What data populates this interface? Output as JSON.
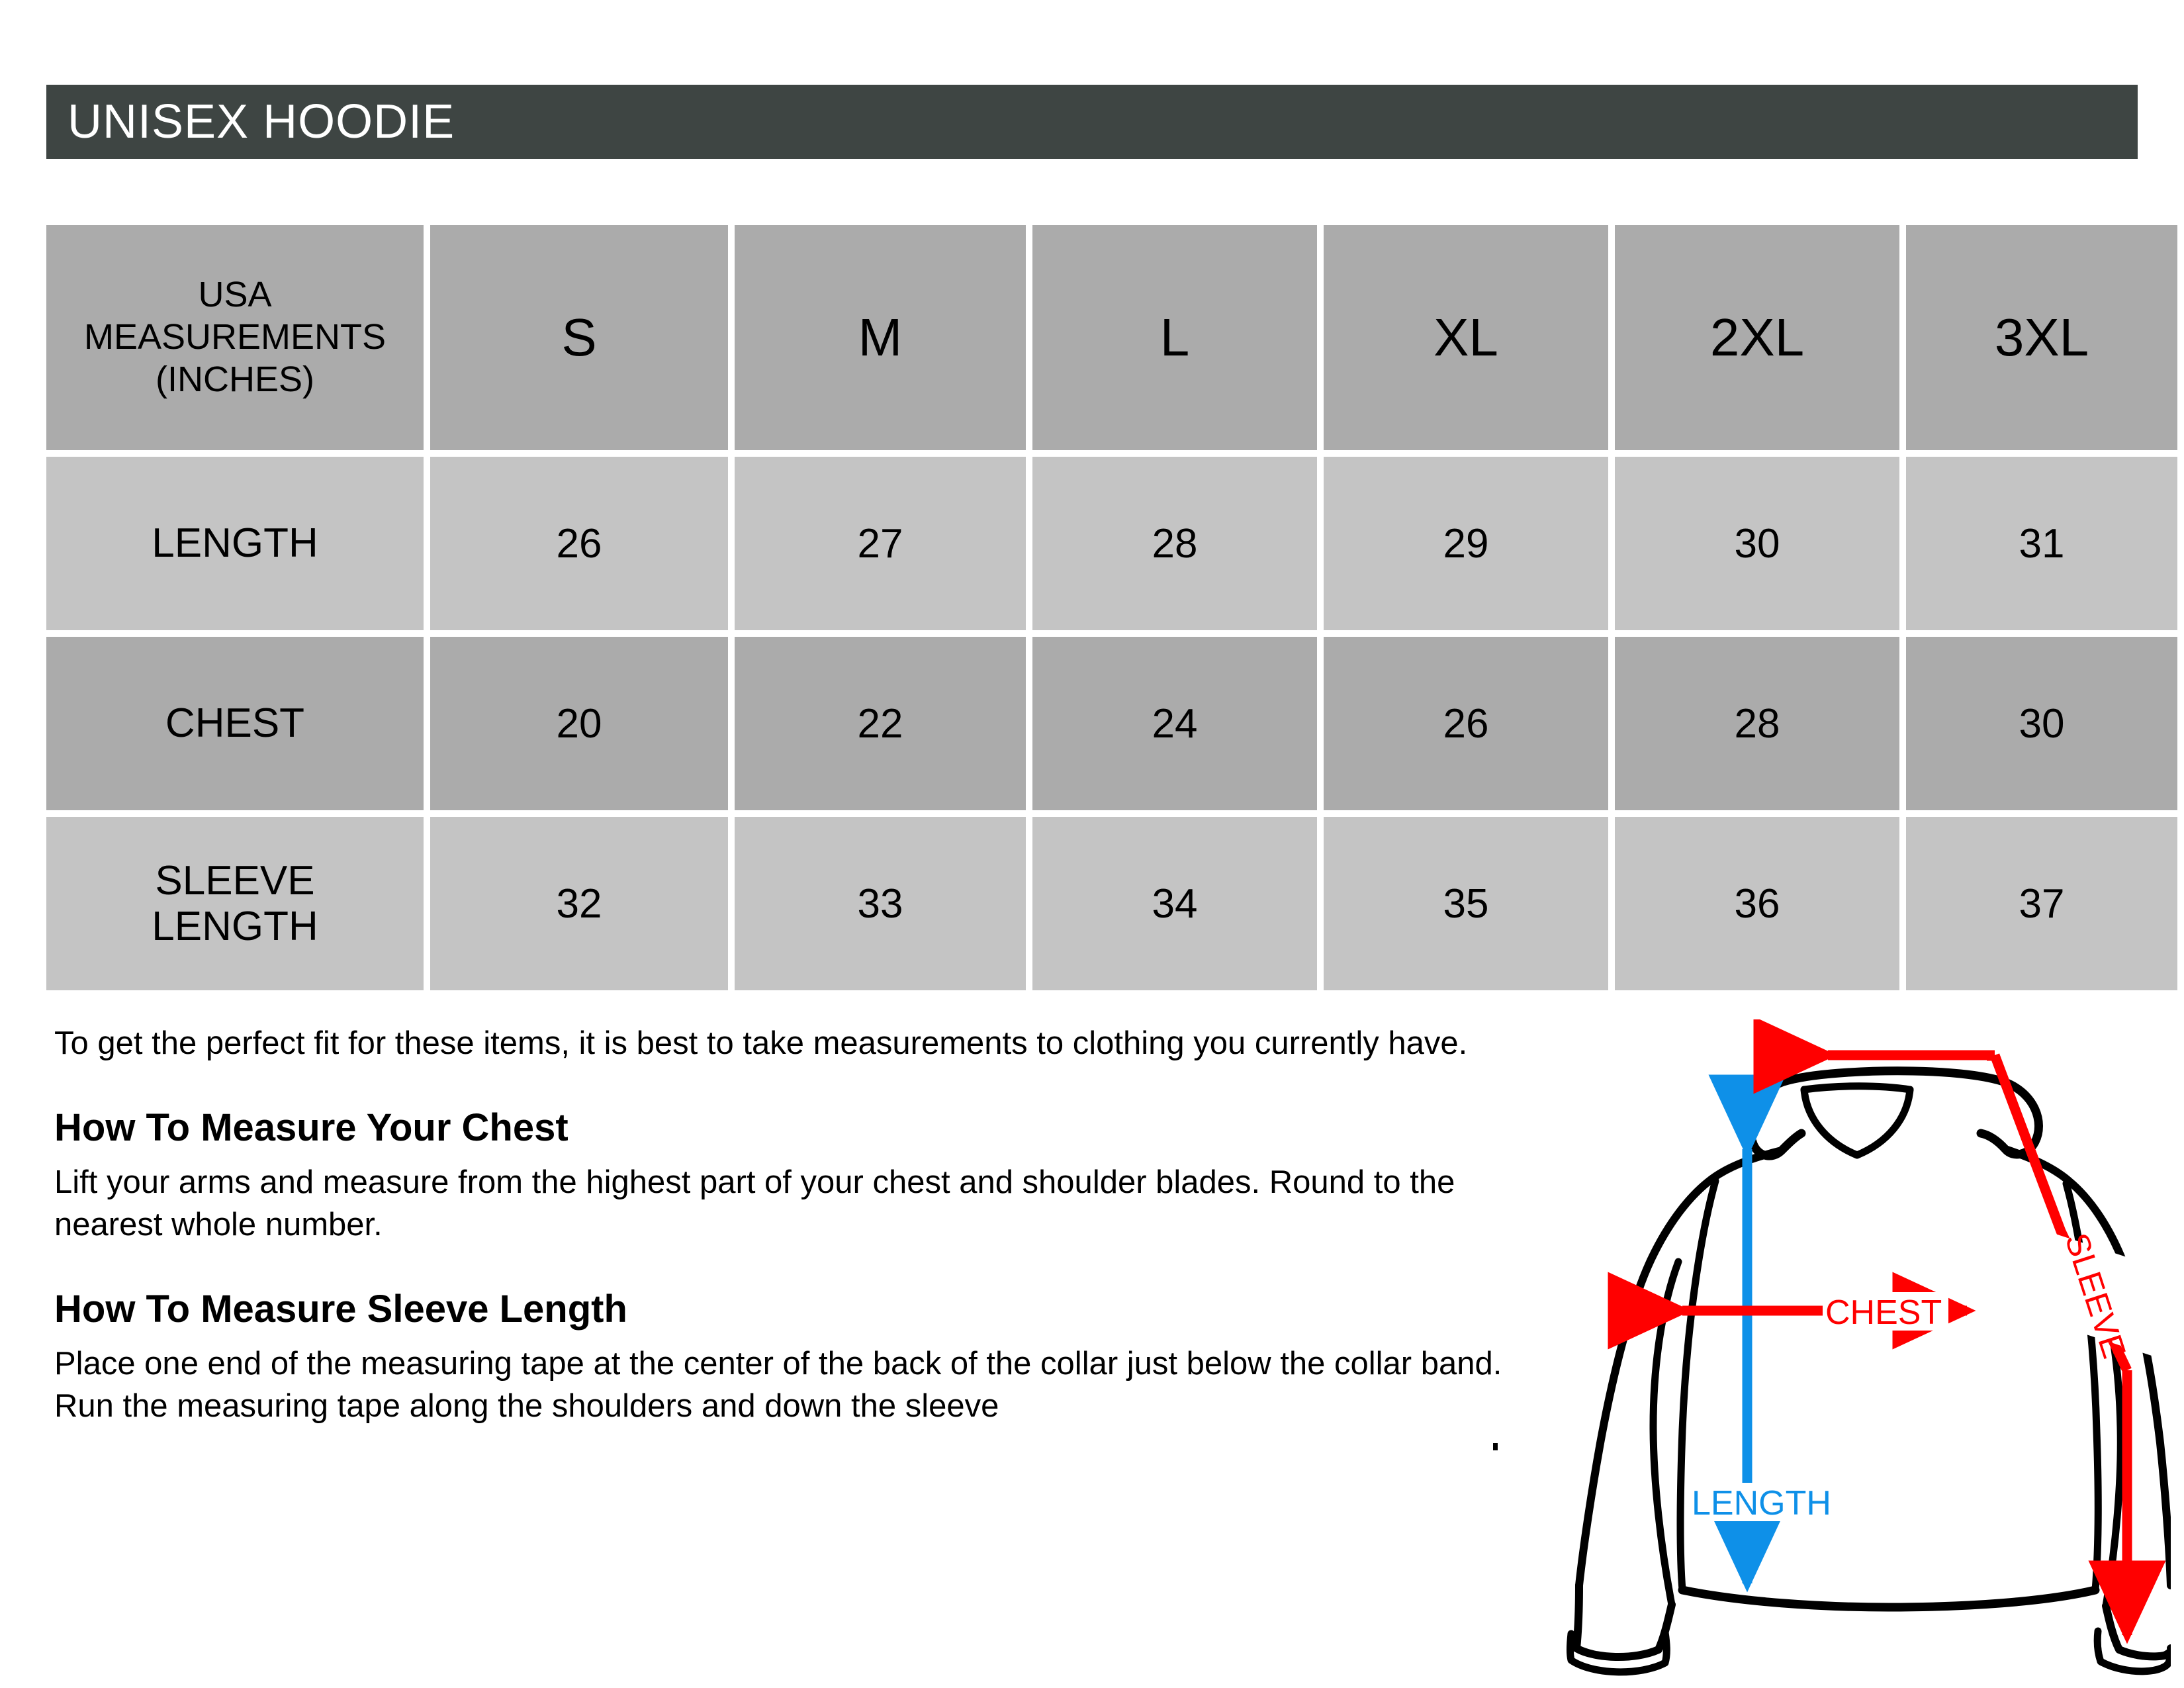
{
  "header": {
    "title": "UNISEX HOODIE",
    "bar_color": "#3E4543",
    "text_color": "#FFFFFF"
  },
  "table": {
    "corner_label_lines": [
      "USA",
      "MEASUREMENTS",
      "(INCHES)"
    ],
    "header_row_color": "#ABABAB",
    "alt_row_color": "#C4C4C4",
    "columns": [
      "S",
      "M",
      "L",
      "XL",
      "2XL",
      "3XL"
    ],
    "rows": [
      {
        "name_lines": [
          "LENGTH"
        ],
        "values": [
          "26",
          "27",
          "28",
          "29",
          "30",
          "31"
        ]
      },
      {
        "name_lines": [
          "CHEST"
        ],
        "values": [
          "20",
          "22",
          "24",
          "26",
          "28",
          "30"
        ]
      },
      {
        "name_lines": [
          "SLEEVE",
          "LENGTH"
        ],
        "values": [
          "32",
          "33",
          "34",
          "35",
          "36",
          "37"
        ]
      }
    ]
  },
  "notes": {
    "intro": "To get the perfect fit for these items, it is best to take measurements to clothing you currently have.",
    "chest_heading": "How To Measure Your Chest",
    "chest_body": "Lift your arms and measure from the highest part of your chest and shoulder blades. Round to the nearest whole number.",
    "sleeve_heading": "How To Measure Sleeve Length",
    "sleeve_body": "Place one end of the measuring tape at the center of the back of the collar just below the collar band. Run the measuring tape along the shoulders and down the sleeve"
  },
  "diagram": {
    "chest_label": "CHEST",
    "length_label": "LENGTH",
    "sleeve_label": "SLEEVE",
    "chest_color": "#FF0000",
    "sleeve_color": "#FF0000",
    "length_color": "#0E90E8",
    "outline_color": "#000000"
  }
}
